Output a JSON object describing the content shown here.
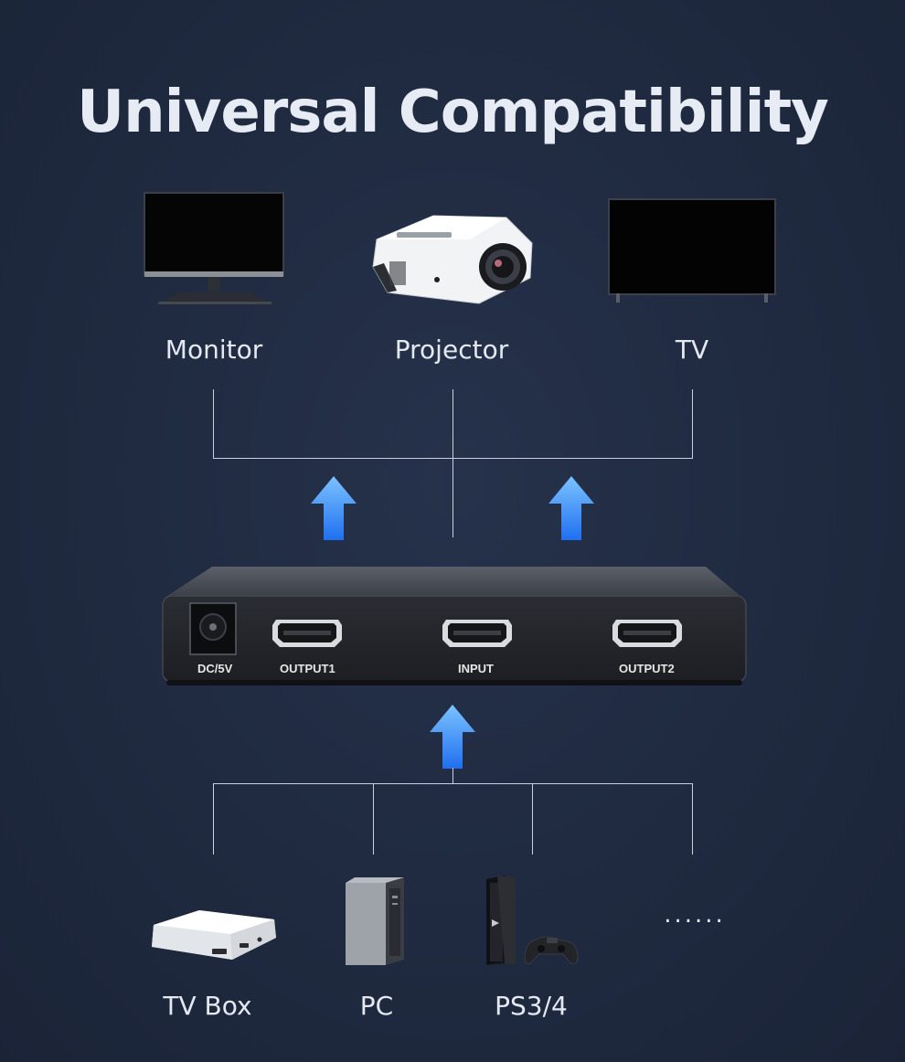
{
  "title": "Universal Compatibility",
  "outputs": {
    "monitor": "Monitor",
    "projector": "Projector",
    "tv": "TV"
  },
  "splitter": {
    "power_label": "DC/5V",
    "output1_label": "OUTPUT1",
    "input_label": "INPUT",
    "output2_label": "OUTPUT2"
  },
  "sources": {
    "tvbox": "TV Box",
    "pc": "PC",
    "ps": "PS3/4",
    "more": "......"
  },
  "colors": {
    "background": "#1f2a40",
    "arrow_top": "#79c1ff",
    "arrow_bottom": "#1f6ff0",
    "line": "#c9d1de"
  }
}
